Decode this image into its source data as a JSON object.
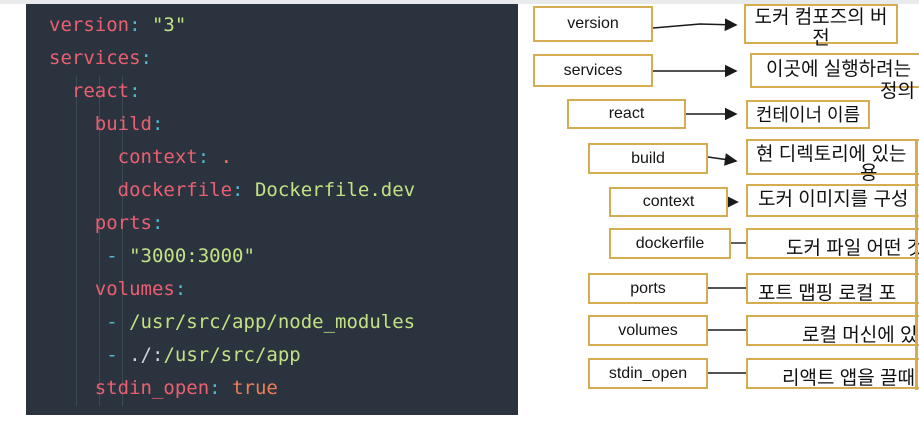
{
  "editor": {
    "language": "yaml",
    "lines": [
      {
        "tokens": [
          {
            "t": "version",
            "c": "k"
          },
          {
            "t": ":",
            "c": "p"
          },
          {
            "t": " ",
            "c": "w"
          },
          {
            "t": "\"3\"",
            "c": "s"
          }
        ]
      },
      {
        "tokens": [
          {
            "t": "services",
            "c": "k"
          },
          {
            "t": ":",
            "c": "p"
          }
        ]
      },
      {
        "tokens": [
          {
            "t": "  ",
            "c": "w"
          },
          {
            "t": "react",
            "c": "k"
          },
          {
            "t": ":",
            "c": "p"
          }
        ]
      },
      {
        "tokens": [
          {
            "t": "    ",
            "c": "w"
          },
          {
            "t": "build",
            "c": "k"
          },
          {
            "t": ":",
            "c": "p"
          }
        ]
      },
      {
        "tokens": [
          {
            "t": "      ",
            "c": "w"
          },
          {
            "t": "context",
            "c": "k"
          },
          {
            "t": ":",
            "c": "p"
          },
          {
            "t": " ",
            "c": "w"
          },
          {
            "t": ".",
            "c": "o"
          }
        ]
      },
      {
        "tokens": [
          {
            "t": "      ",
            "c": "w"
          },
          {
            "t": "dockerfile",
            "c": "k"
          },
          {
            "t": ":",
            "c": "p"
          },
          {
            "t": " ",
            "c": "w"
          },
          {
            "t": "Dockerfile.dev",
            "c": "s"
          }
        ]
      },
      {
        "tokens": [
          {
            "t": "    ",
            "c": "w"
          },
          {
            "t": "ports",
            "c": "k"
          },
          {
            "t": ":",
            "c": "p"
          }
        ]
      },
      {
        "tokens": [
          {
            "t": "     ",
            "c": "w"
          },
          {
            "t": "-",
            "c": "p"
          },
          {
            "t": " ",
            "c": "w"
          },
          {
            "t": "\"3000:3000\"",
            "c": "s"
          }
        ]
      },
      {
        "tokens": [
          {
            "t": "    ",
            "c": "w"
          },
          {
            "t": "volumes",
            "c": "k"
          },
          {
            "t": ":",
            "c": "p"
          }
        ]
      },
      {
        "tokens": [
          {
            "t": "     ",
            "c": "w"
          },
          {
            "t": "-",
            "c": "p"
          },
          {
            "t": " ",
            "c": "w"
          },
          {
            "t": "/usr/src/app/node_modules",
            "c": "s"
          }
        ]
      },
      {
        "tokens": [
          {
            "t": "     ",
            "c": "w"
          },
          {
            "t": "-",
            "c": "p"
          },
          {
            "t": " ",
            "c": "w"
          },
          {
            "t": "./:",
            "c": "w"
          },
          {
            "t": "/usr/src/app",
            "c": "s"
          }
        ]
      },
      {
        "tokens": [
          {
            "t": "    ",
            "c": "w"
          },
          {
            "t": "stdin_open",
            "c": "k"
          },
          {
            "t": ":",
            "c": "p"
          },
          {
            "t": " ",
            "c": "w"
          },
          {
            "t": "true",
            "c": "o"
          }
        ]
      }
    ],
    "colors": {
      "background": "#2b343e",
      "key": "#ec5f72",
      "punctuation": "#4fb8cc",
      "string": "#c3e184",
      "constant": "#ef7d58",
      "plain": "#ccd4da"
    }
  },
  "diagram": {
    "box_border_color": "#d4ad52",
    "rows": [
      {
        "label": "version",
        "desc1": "도커 컴포즈의 버",
        "desc2": "전",
        "connector": "arrow"
      },
      {
        "label": "services",
        "desc1": "이곳에 실행하려는",
        "desc2": "정의",
        "connector": "arrow"
      },
      {
        "label": "react",
        "desc1": "컨테이너 이름",
        "desc2": "",
        "connector": "arrow"
      },
      {
        "label": "build",
        "desc1": "현 디렉토리에 있는",
        "desc2": "용",
        "connector": "arrow"
      },
      {
        "label": "context",
        "desc1": "도커 이미지를 구성",
        "desc2": "",
        "connector": "arrow"
      },
      {
        "label": "dockerfile",
        "desc1": "도커 파일 어떤 것",
        "desc2": "",
        "connector": "line"
      },
      {
        "label": "ports",
        "desc1": "포트 맵핑  로컬 포",
        "desc2": "",
        "connector": "line"
      },
      {
        "label": "volumes",
        "desc1": "로컬 머신에 있",
        "desc2": "",
        "connector": "line"
      },
      {
        "label": "stdin_open",
        "desc1": "리액트 앱을 끌때",
        "desc2": "",
        "connector": "line"
      }
    ]
  }
}
